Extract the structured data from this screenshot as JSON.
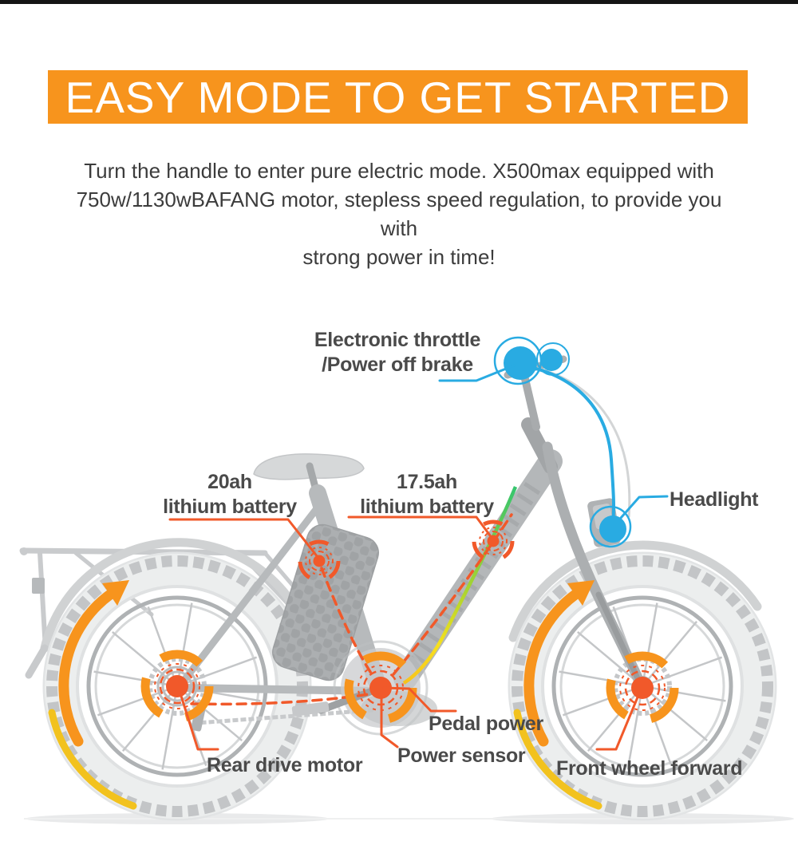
{
  "page": {
    "background_color": "#FFFFFF",
    "top_bar_color": "#141414"
  },
  "banner": {
    "title": "EASY MODE TO GET STARTED",
    "bg_color": "#F7941D",
    "text_color": "#FFFFFF"
  },
  "description": {
    "lines": [
      "Turn the handle to enter pure electric mode. X500max equipped with",
      "750w/1130wBAFANG motor, stepless speed regulation, to provide you with",
      "strong power in time!"
    ]
  },
  "diagram": {
    "subject": "X500max step-through fat-tire e-bike, annotated side view",
    "callouts": {
      "throttle": {
        "line1": "Electronic throttle",
        "line2": "/Power off brake",
        "color": "#29ABE2"
      },
      "battery_20ah": {
        "line1": "20ah",
        "line2": "lithium battery",
        "color": "#F1592A"
      },
      "battery_17_5ah": {
        "line1": "17.5ah",
        "line2": "lithium battery",
        "color": "#F1592A"
      },
      "headlight": {
        "label": "Headlight",
        "color": "#29ABE2"
      },
      "pedal_power": {
        "label": "Pedal power",
        "color": "#F1592A"
      },
      "power_sensor": {
        "label": "Power sensor",
        "color": "#F1592A"
      },
      "rear_drive_motor": {
        "label": "Rear drive motor",
        "color": "#F1592A"
      },
      "front_wheel_forward": {
        "label": "Front wheel forward",
        "color": "#F1592A"
      }
    },
    "colors": {
      "accent_orange": "#F7941D",
      "callout_orange": "#F1592A",
      "callout_blue": "#29ABE2",
      "tire_highlight_yellow": "#F2C21E",
      "cable_green": "#35C56F",
      "bike_gray": "#B4B7B9"
    }
  }
}
